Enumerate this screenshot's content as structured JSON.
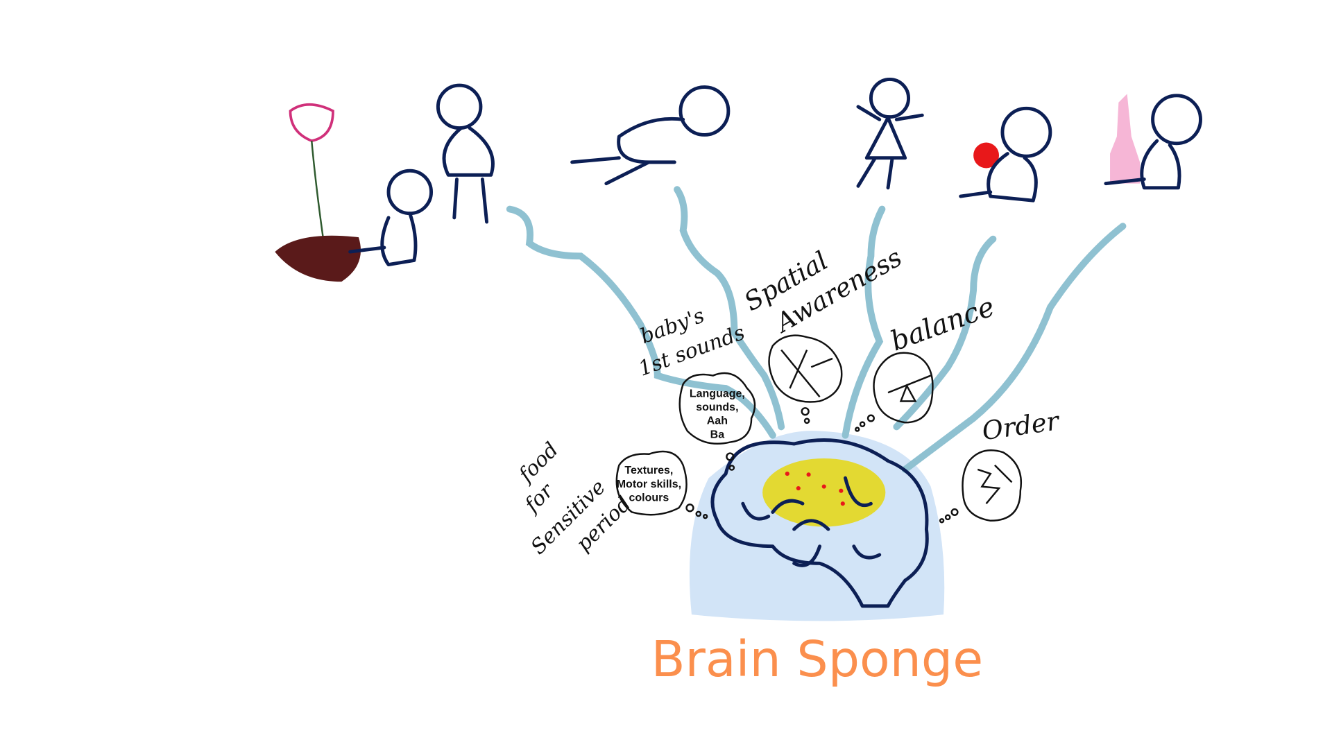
{
  "labels": {
    "first_sounds_line1": "baby's",
    "first_sounds_line2": "1st sounds",
    "spatial_line1": "Spatial",
    "spatial_line2": "Awareness",
    "balance": "balance",
    "order": "Order",
    "food_line1": "food",
    "food_line2": "for",
    "food_line3": "Sensitive",
    "food_line4": "period"
  },
  "bubbles": {
    "language": [
      "Language,",
      "sounds,",
      "Aah",
      "Ba"
    ],
    "textures": [
      "Textures,",
      "Motor skills,",
      "colours"
    ]
  },
  "title": "Brain Sponge",
  "colors": {
    "wire": "#8fc1d1",
    "ink": "#0c1f55",
    "sponge": "#d2e4f7",
    "yellow": "#e3d932",
    "title": "#fb8f4d",
    "soil": "#5a1a1a",
    "flower": "#d0307a",
    "ball": "#e8181a",
    "tower": "#f6b6d6"
  }
}
